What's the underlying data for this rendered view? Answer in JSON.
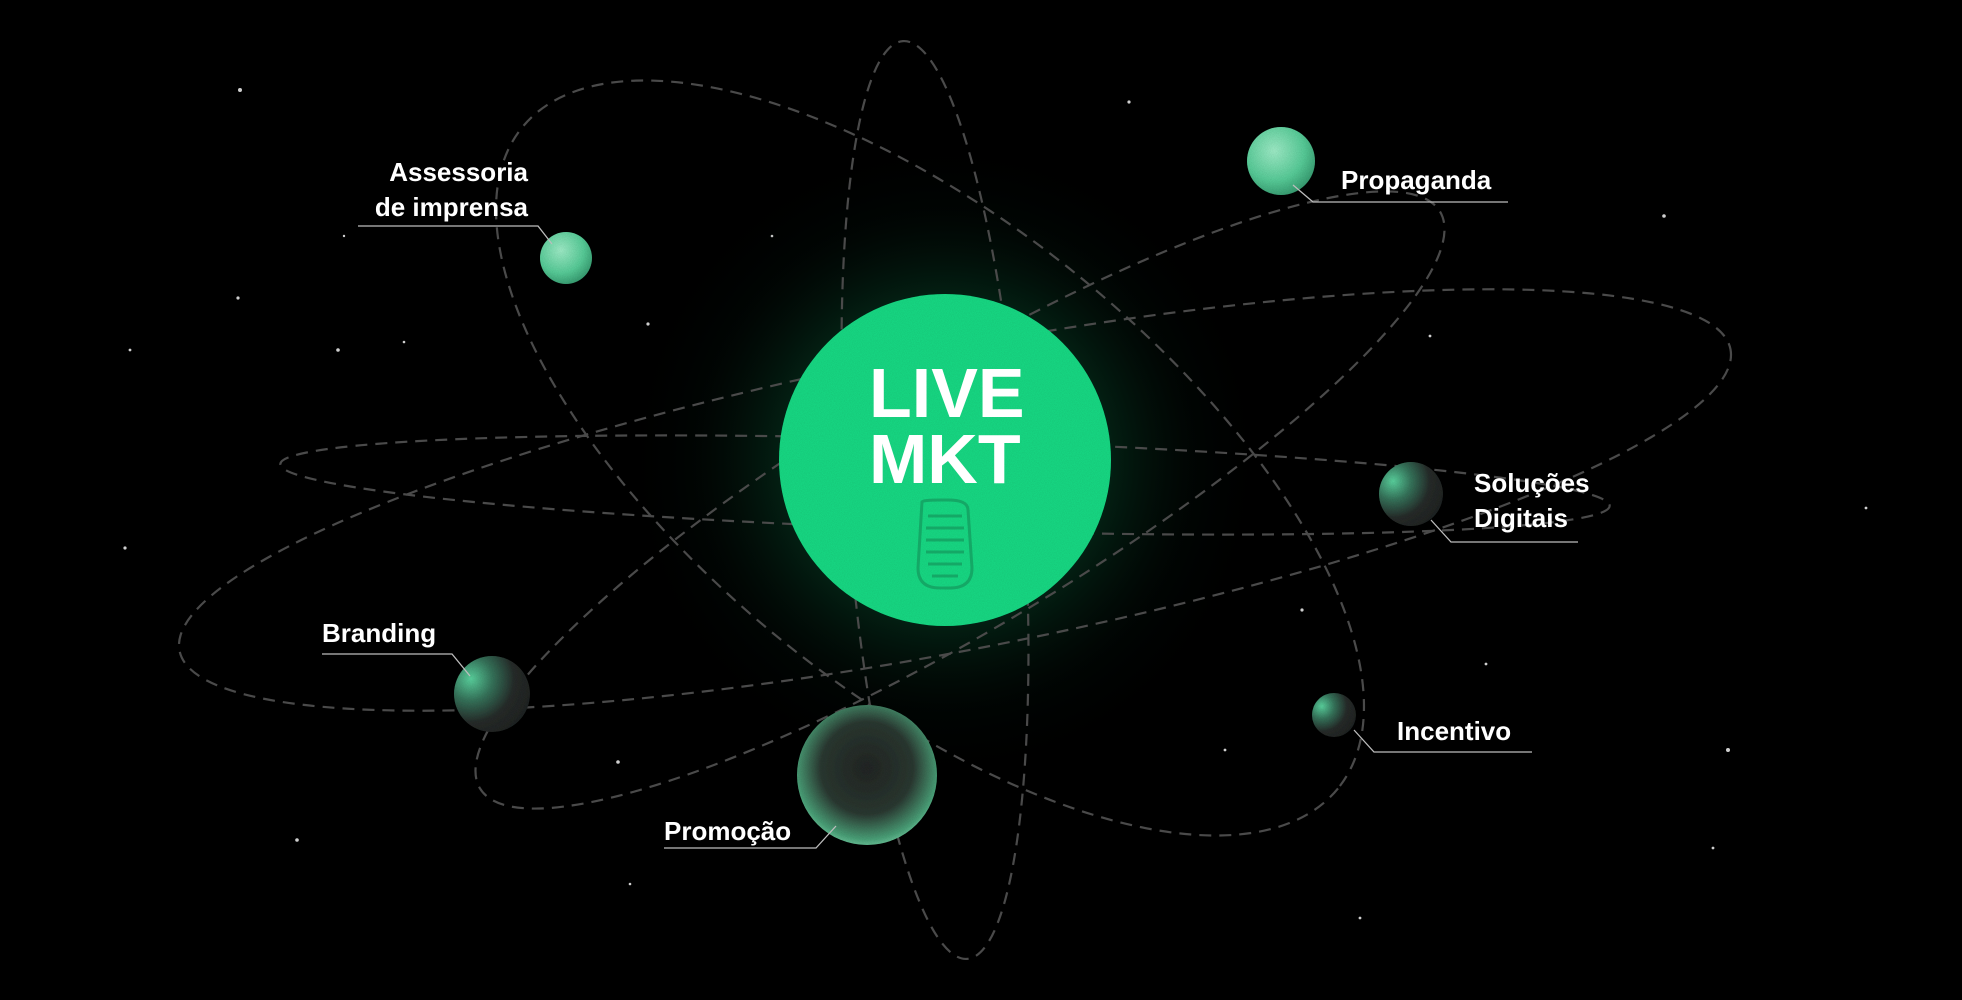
{
  "center": {
    "line1": "LIVE",
    "line2": "MKT",
    "icon": "microphone-grille-icon",
    "color": "#1de38a"
  },
  "planets": [
    {
      "id": "assessoria",
      "lines": [
        "Assessoria",
        "de imprensa"
      ]
    },
    {
      "id": "propaganda",
      "lines": [
        "Propaganda"
      ]
    },
    {
      "id": "solucoes",
      "lines": [
        "Soluções",
        "Digitais"
      ]
    },
    {
      "id": "incentivo",
      "lines": [
        "Incentivo"
      ]
    },
    {
      "id": "branding",
      "lines": [
        "Branding"
      ]
    },
    {
      "id": "promocao",
      "lines": [
        "Promoção"
      ]
    }
  ],
  "colors": {
    "background": "#000000",
    "accent": "#1de38a",
    "planet_dark": "#1e2a26",
    "orbit": "#4a4a4a",
    "text": "#ffffff"
  }
}
